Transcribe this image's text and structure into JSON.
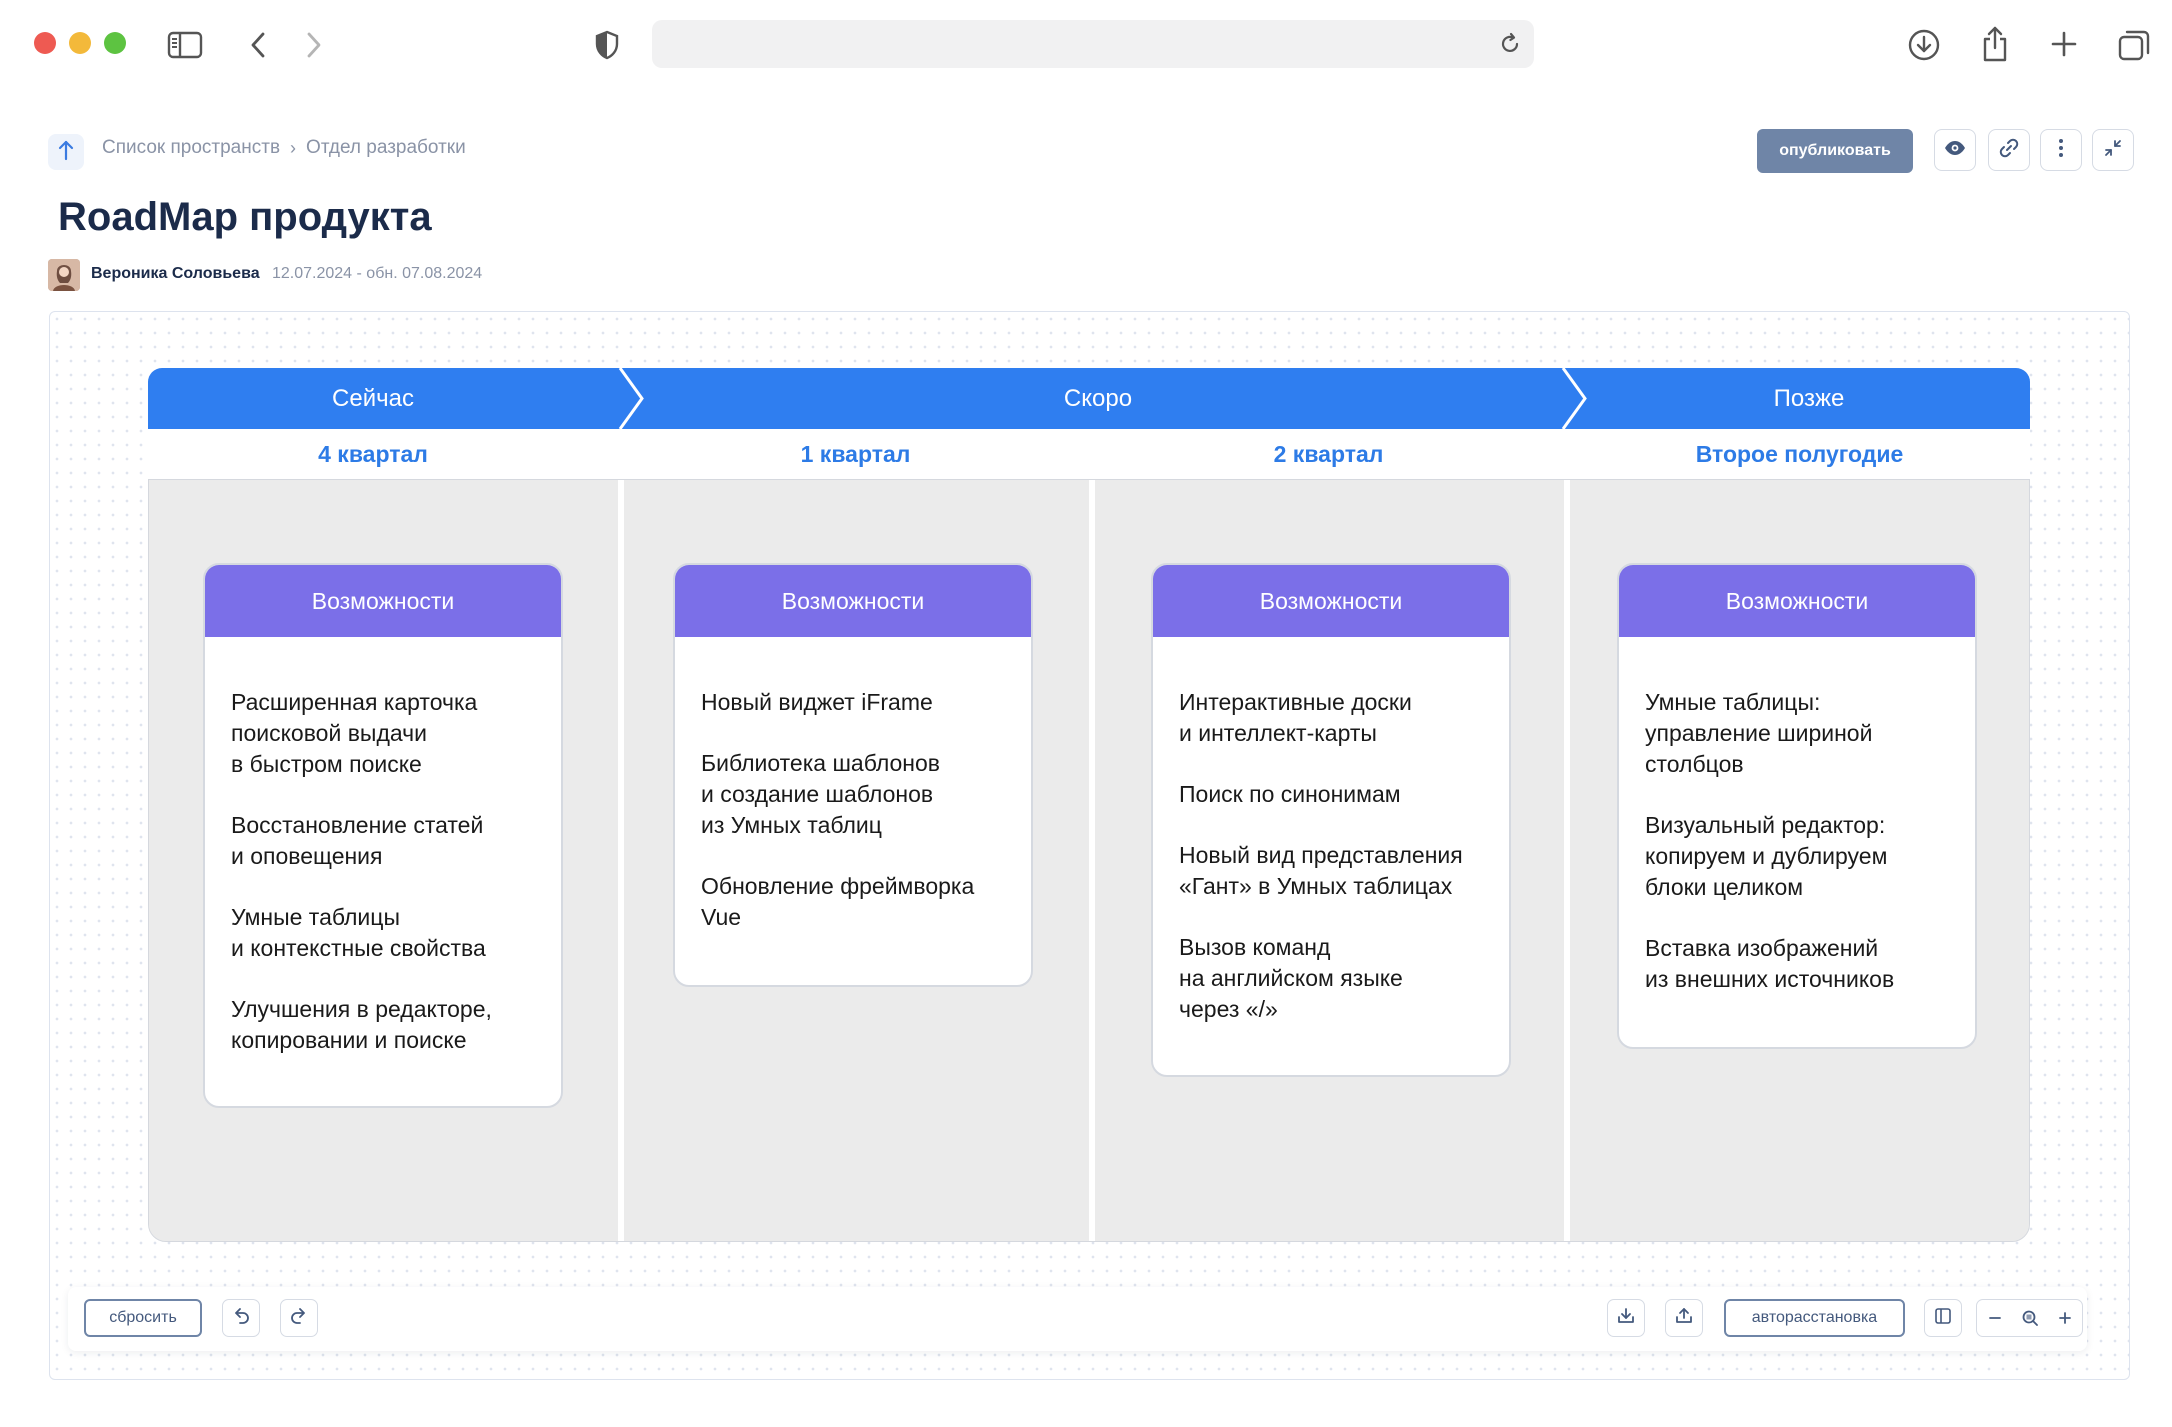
{
  "breadcrumb": {
    "root": "Список пространств",
    "separator": "›",
    "current": "Отдел разработки"
  },
  "header": {
    "publish_label": "опубликовать"
  },
  "page": {
    "title": "RoadMap продукта",
    "author": "Вероника Соловьева",
    "dates": "12.07.2024 - обн. 07.08.2024"
  },
  "roadmap": {
    "phases": [
      "Сейчас",
      "Скоро",
      "Позже"
    ],
    "quarters": [
      "4 квартал",
      "1 квартал",
      "2 квартал",
      "Второе полугодие"
    ],
    "cards": [
      {
        "title": "Возможности",
        "items": [
          "Расширенная карточка\nпоисковой выдачи\nв быстром поиске",
          "Восстановление статей\nи оповещения",
          "Умные таблицы\nи контекстные свойства",
          "Улучшения в редакторе,\nкопировании и поиске"
        ]
      },
      {
        "title": "Возможности",
        "items": [
          "Новый виджет iFrame",
          "Библиотека шаблонов\nи создание шаблонов\nиз Умных таблиц",
          "Обновление фреймворка\nVue"
        ]
      },
      {
        "title": "Возможности",
        "items": [
          "Интерактивные доски\nи интеллект-карты",
          "Поиск по синонимам",
          "Новый вид представления\n«Гант» в Умных таблицах",
          "Вызов команд\nна английском языке\nчерез «/»"
        ]
      },
      {
        "title": "Возможности",
        "items": [
          "Умные таблицы:\nуправление шириной\nстолбцов",
          "Визуальный редактор:\nкопируем и дублируем\nблоки целиком",
          "Вставка изображений\nиз внешних источников"
        ]
      }
    ]
  },
  "toolbar": {
    "reset_label": "сбросить",
    "autolayout_label": "авторасстановка"
  },
  "colors": {
    "phase_band": "#2f7ef0",
    "quarter_text": "#2d7be6",
    "card_header": "#7b6fe8",
    "publish_button": "#6f85a7",
    "board_background": "#ebebeb"
  },
  "icons": {
    "browser": [
      "sidebar-icon",
      "back-icon",
      "forward-icon",
      "shield-icon",
      "reload-icon",
      "download-icon",
      "share-icon",
      "new-tab-icon",
      "tabs-icon"
    ],
    "header": [
      "arrow-up-icon",
      "eye-icon",
      "link-icon",
      "more-vertical-icon",
      "collapse-icon"
    ],
    "toolbar": [
      "undo-icon",
      "redo-icon",
      "import-icon",
      "export-icon",
      "panel-icon",
      "zoom-out-icon",
      "zoom-reset-icon",
      "zoom-in-icon"
    ]
  }
}
